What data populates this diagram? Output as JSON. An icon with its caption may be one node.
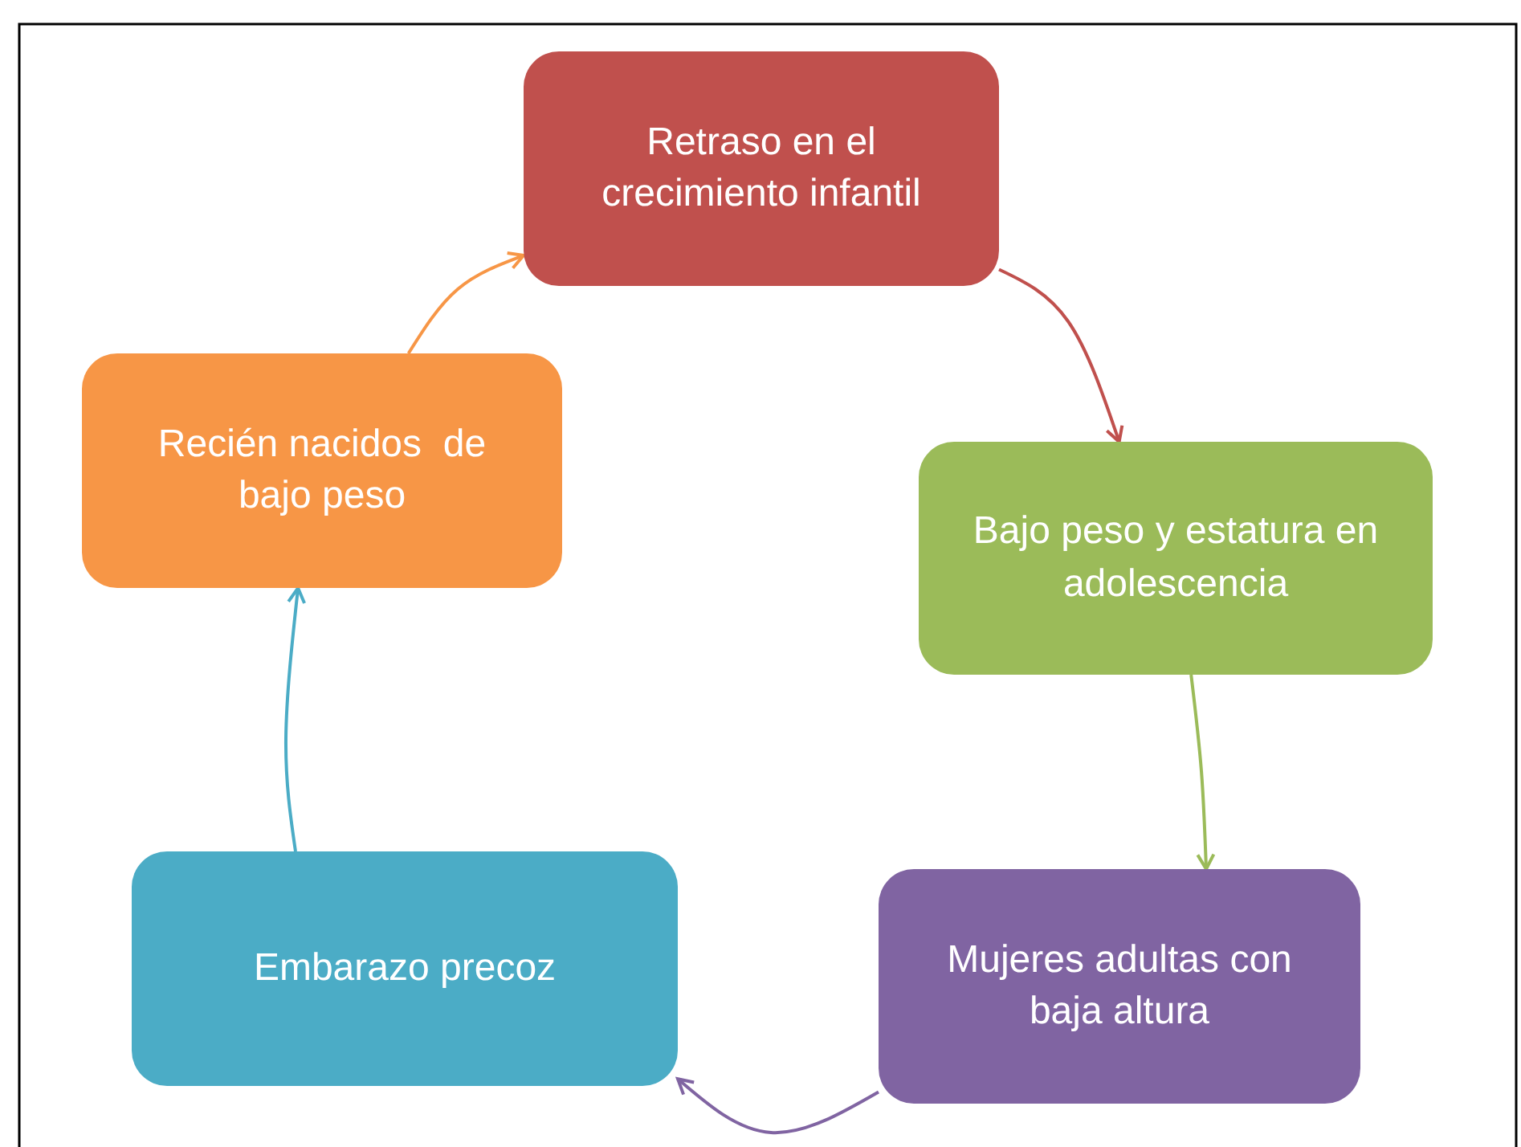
{
  "diagram": {
    "nodes": [
      {
        "text": [
          "Retraso en el crecimiento infantil"
        ]
      },
      {
        "text": [
          "Bajo peso y estatura en adolescencia"
        ]
      },
      {
        "text": [
          "Mujeres adultas con baja altura"
        ]
      },
      {
        "text": [
          "Embarazo precoz"
        ]
      },
      {
        "text": [
          "Recién nacidos  de bajo peso"
        ]
      }
    ],
    "edges": [
      {
        "from": 0,
        "to": 1,
        "arrow": "to",
        "color": "#c0504d"
      },
      {
        "from": 1,
        "to": 2,
        "arrow": "to",
        "color": "#9bbb59"
      },
      {
        "from": 2,
        "to": 3,
        "arrow": "to",
        "color": "#8064a2"
      },
      {
        "from": 3,
        "to": 4,
        "arrow": "to",
        "color": "#4bacc6"
      },
      {
        "from": 4,
        "to": 0,
        "arrow": "to",
        "color": "#f79646"
      }
    ]
  }
}
